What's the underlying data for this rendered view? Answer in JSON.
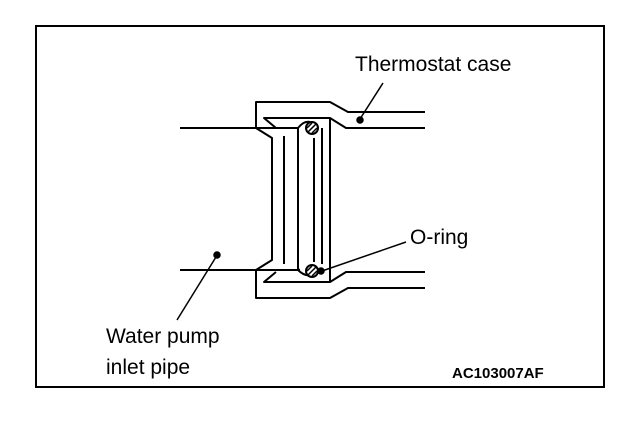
{
  "labels": {
    "thermostat_case": "Thermostat case",
    "o_ring": "O-ring",
    "water_pump_line1": "Water pump",
    "water_pump_line2": "inlet pipe"
  },
  "figure_code": "AC103007AF",
  "colors": {
    "line": "#000000",
    "background": "#ffffff"
  }
}
